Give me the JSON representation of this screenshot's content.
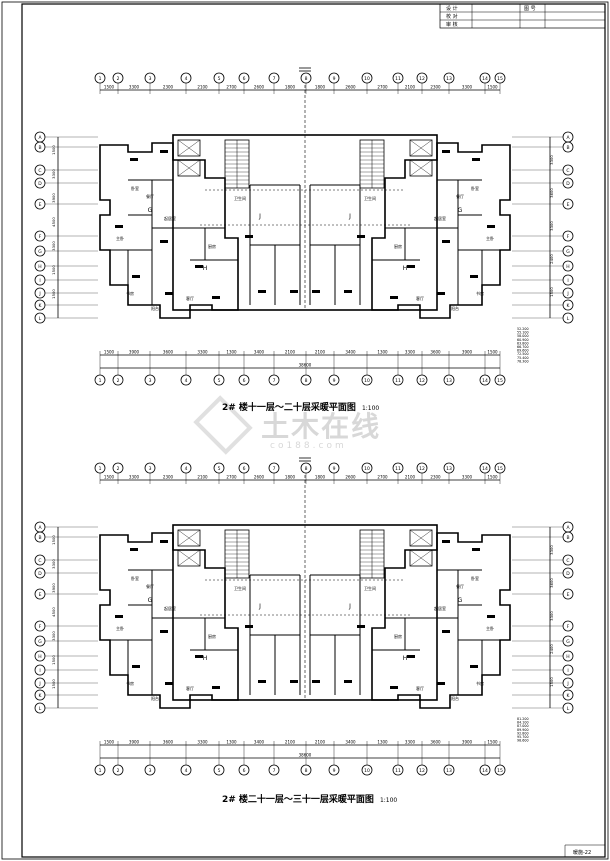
{
  "title_block": {
    "rows": [
      "设 计",
      "校 对",
      "审 核"
    ],
    "drawing_no_label": "图 号",
    "sheet_no": "暖施-22"
  },
  "plans": [
    {
      "title": "2# 楼十一层～二十层采暖平面图",
      "scale": "1:100",
      "top_dims": [
        "1500",
        "3300",
        "2300",
        "2100",
        "2700",
        "2600",
        "1800",
        "1800",
        "2600",
        "2700",
        "2100",
        "2300",
        "3300",
        "1500"
      ],
      "bottom_dims": [
        "1500",
        "3900",
        "3600",
        "3300",
        "1300",
        "3400",
        "2100",
        "2100",
        "3400",
        "1300",
        "3300",
        "3600",
        "3900",
        "1500"
      ],
      "total_dim": "38600",
      "side_dims_left": [
        "1500",
        "3300",
        "3900",
        "4500",
        "3300",
        "1500",
        "1500"
      ],
      "side_dims_right": [
        "3300",
        "3600",
        "3300",
        "2400",
        "1500"
      ],
      "room_labels": [
        "起居室",
        "卧室",
        "厨房",
        "餐厅",
        "卫生间",
        "主卧",
        "阳台",
        "客厅",
        "书房"
      ],
      "unit_labels": [
        "G",
        "H",
        "J",
        "J",
        "G",
        "H"
      ],
      "elevations": [
        "52.200",
        "55.100",
        "58.000",
        "60.900",
        "63.800",
        "66.700",
        "69.600",
        "72.500",
        "75.400",
        "78.300"
      ]
    },
    {
      "title": "2# 楼二十一层～三十一层采暖平面图",
      "scale": "1:100",
      "top_dims": [
        "1500",
        "3300",
        "2300",
        "2100",
        "2700",
        "2600",
        "1800",
        "1800",
        "2600",
        "2700",
        "2100",
        "2300",
        "3300",
        "1500"
      ],
      "bottom_dims": [
        "1500",
        "3900",
        "3600",
        "3300",
        "1300",
        "3400",
        "2100",
        "2100",
        "3400",
        "1300",
        "3300",
        "3600",
        "3900",
        "1500"
      ],
      "total_dim": "38600",
      "side_dims_left": [
        "1500",
        "3300",
        "3900",
        "4500",
        "3300",
        "1500",
        "1500"
      ],
      "side_dims_right": [
        "3300",
        "3600",
        "3300",
        "2400",
        "1500"
      ],
      "room_labels": [
        "起居室",
        "卧室",
        "厨房",
        "餐厅",
        "卫生间",
        "主卧",
        "阳台",
        "客厅",
        "书房"
      ],
      "unit_labels": [
        "G",
        "H",
        "J",
        "J",
        "G",
        "H"
      ],
      "elevations": [
        "81.200",
        "84.100",
        "87.000",
        "89.900",
        "92.800",
        "95.700",
        "98.600"
      ]
    }
  ],
  "watermark": {
    "text": "土木在线",
    "url": "co188.com"
  },
  "colors": {
    "line": "#000000",
    "paper": "#ffffff",
    "watermark": "#d8d8d8"
  }
}
